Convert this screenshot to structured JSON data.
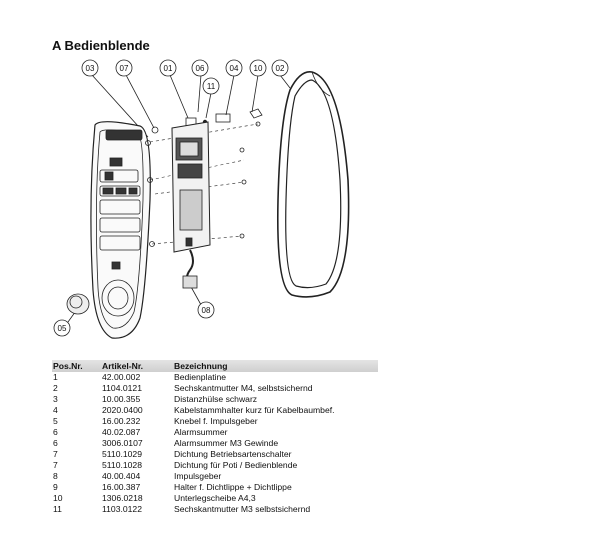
{
  "title": "A Bedienblende",
  "callouts": [
    "03",
    "07",
    "01",
    "06",
    "04",
    "10",
    "02",
    "11",
    "05",
    "08"
  ],
  "table": {
    "headers": [
      "Pos.Nr.",
      "Artikel-Nr.",
      "Bezeichnung"
    ],
    "rows": [
      [
        "1",
        "42.00.002",
        "Bedienplatine"
      ],
      [
        "2",
        "1104.0121",
        "Sechskantmutter M4, selbstsichernd"
      ],
      [
        "3",
        "10.00.355",
        "Distanzhülse schwarz"
      ],
      [
        "4",
        "2020.0400",
        "Kabelstammhalter kurz für Kabelbaumbef."
      ],
      [
        "5",
        "16.00.232",
        "Knebel f. Impulsgeber"
      ],
      [
        "6",
        "40.02.087",
        "Alarmsummer"
      ],
      [
        "6",
        "3006.0107",
        "Alarmsummer M3 Gewinde"
      ],
      [
        "7",
        "5110.1029",
        "Dichtung Betriebsartenschalter"
      ],
      [
        "7",
        "5110.1028",
        "Dichtung für Poti / Bedienblende"
      ],
      [
        "8",
        "40.00.404",
        "Impulsgeber"
      ],
      [
        "9",
        "16.00.387",
        "Halter f. Dichtlippe + Dichtlippe"
      ],
      [
        "10",
        "1306.0218",
        "Unterlegscheibe A4,3"
      ],
      [
        "11",
        "1103.0122",
        "Sechskantmutter M3 selbstsichernd"
      ]
    ]
  }
}
